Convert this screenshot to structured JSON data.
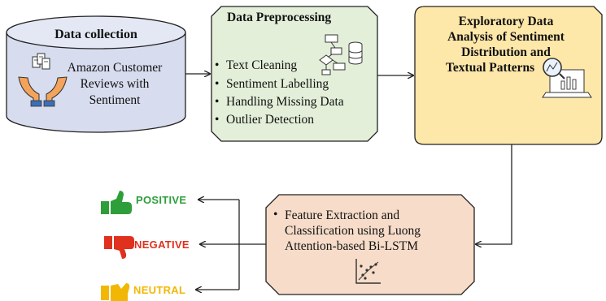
{
  "nodes": {
    "data_collection": {
      "title": "Data collection",
      "line1": "Amazon Customer",
      "line2": "Reviews with",
      "line3": "Sentiment"
    },
    "preprocessing": {
      "title": "Data Preprocessing",
      "items": [
        "Text Cleaning",
        "Sentiment Labelling",
        "Handling Missing Data",
        "Outlier Detection"
      ]
    },
    "eda": {
      "line1": "Exploratory Data",
      "line2": "Analysis of Sentiment",
      "line3": "Distribution and",
      "line4": "Textual Patterns"
    },
    "classification": {
      "line1": "Feature Extraction and",
      "line2": "Classification using Luong",
      "line3": "Attention-based Bi-LSTM"
    }
  },
  "outputs": [
    {
      "label": "POSITIVE",
      "color": "#2e9e3a",
      "icon": "thumbs-up-icon"
    },
    {
      "label": "NEGATIVE",
      "color": "#e0301e",
      "icon": "thumbs-down-icon"
    },
    {
      "label": "NEUTRAL",
      "color": "#f2b705",
      "icon": "thumbs-sideways-icon"
    }
  ],
  "colors": {
    "cylinder_fill": "#d7dcee",
    "preprocessing_fill": "#e3efd9",
    "eda_fill": "#fde7a9",
    "classification_fill": "#f6dcc9",
    "stroke": "#222222"
  }
}
